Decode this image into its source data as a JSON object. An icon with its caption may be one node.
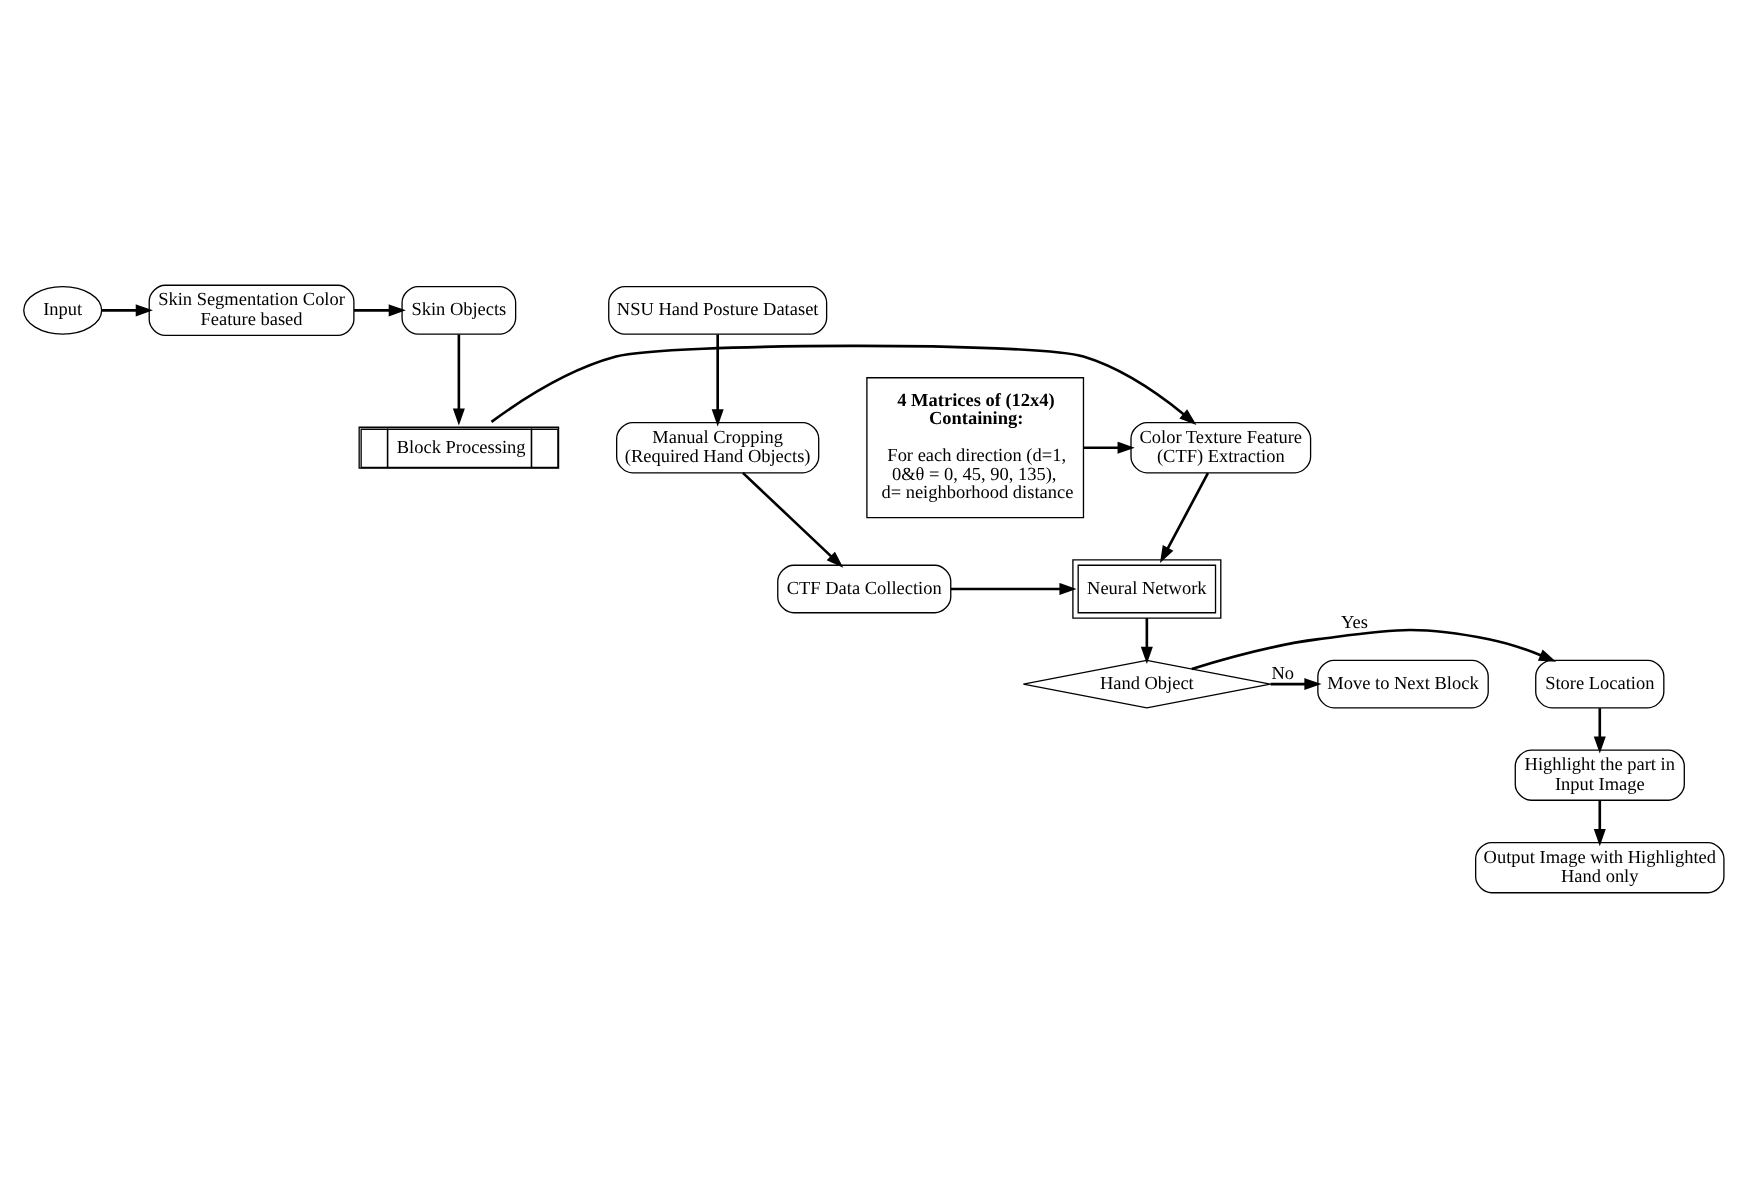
{
  "diagram": {
    "nodes": [
      {
        "text": [
          "Input"
        ]
      },
      {
        "text": [
          "Skin Segmentation Color Feature based"
        ]
      },
      {
        "text": [
          "Skin Objects"
        ]
      },
      {
        "text": [
          "Block Processing"
        ]
      },
      {
        "text": [
          "Color Texture Feature (CTF) Extraction"
        ]
      },
      {
        "text": [
          "4 Matrices of (12x4) Containing:",
          "For each direction (d=1, 0&θ = 0, 45, 90, 135), d= neighborhood distance"
        ]
      },
      {
        "text": [
          "Neural Network"
        ]
      },
      {
        "text": [
          "CTF Data Collection"
        ]
      },
      {
        "text": [
          "Manual Cropping (Required Hand Objects)"
        ]
      },
      {
        "text": [
          "NSU Hand Posture Dataset"
        ]
      },
      {
        "text": [
          "Hand Object"
        ]
      },
      {
        "text": [
          "Store Location"
        ]
      },
      {
        "text": [
          "Move to Next Block"
        ]
      },
      {
        "text": [
          "Highlight the part in Input Image"
        ]
      },
      {
        "text": [
          "Output Image with Highlighted Hand only"
        ]
      }
    ],
    "edges": [
      {
        "from": 0,
        "to": 1,
        "arrow": "to"
      },
      {
        "from": 1,
        "to": 2,
        "arrow": "to"
      },
      {
        "from": 2,
        "to": 3,
        "arrow": "to"
      },
      {
        "from": 3,
        "to": 4,
        "arrow": "to"
      },
      {
        "from": 5,
        "to": 4,
        "arrow": "to"
      },
      {
        "from": 4,
        "to": 6,
        "arrow": "to"
      },
      {
        "from": 7,
        "to": 6,
        "arrow": "to"
      },
      {
        "from": 8,
        "to": 7,
        "arrow": "to"
      },
      {
        "from": 9,
        "to": 8,
        "arrow": "to"
      },
      {
        "from": 6,
        "to": 10,
        "arrow": "to"
      },
      {
        "from": 10,
        "to": 11,
        "arrow": "to",
        "label": "Yes"
      },
      {
        "from": 10,
        "to": 12,
        "arrow": "to",
        "label": "No"
      },
      {
        "from": 11,
        "to": 13,
        "arrow": "to"
      },
      {
        "from": 13,
        "to": 14,
        "arrow": "to"
      }
    ]
  }
}
